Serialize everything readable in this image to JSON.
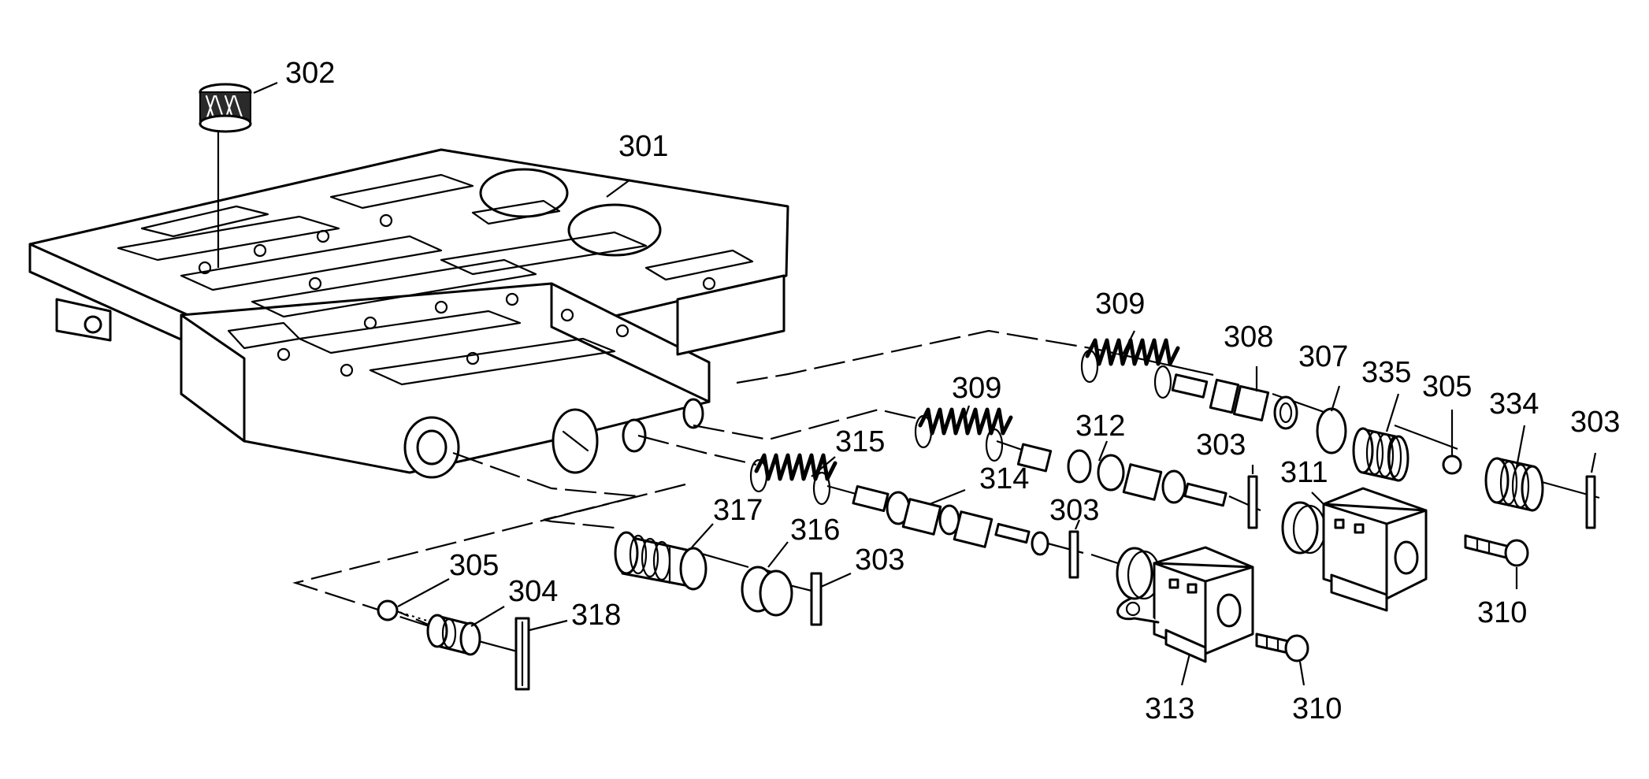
{
  "diagram": {
    "callouts": [
      {
        "id": "c302",
        "label": "302"
      },
      {
        "id": "c301",
        "label": "301"
      },
      {
        "id": "c309a",
        "label": "309"
      },
      {
        "id": "c308",
        "label": "308"
      },
      {
        "id": "c307",
        "label": "307"
      },
      {
        "id": "c335",
        "label": "335"
      },
      {
        "id": "c305a",
        "label": "305"
      },
      {
        "id": "c334",
        "label": "334"
      },
      {
        "id": "c303a",
        "label": "303"
      },
      {
        "id": "c309b",
        "label": "309"
      },
      {
        "id": "c312",
        "label": "312"
      },
      {
        "id": "c303b",
        "label": "303"
      },
      {
        "id": "c311",
        "label": "311"
      },
      {
        "id": "c315",
        "label": "315"
      },
      {
        "id": "c314",
        "label": "314"
      },
      {
        "id": "c303c",
        "label": "303"
      },
      {
        "id": "c317",
        "label": "317"
      },
      {
        "id": "c316",
        "label": "316"
      },
      {
        "id": "c303d",
        "label": "303"
      },
      {
        "id": "c305b",
        "label": "305"
      },
      {
        "id": "c304",
        "label": "304"
      },
      {
        "id": "c318",
        "label": "318"
      },
      {
        "id": "c310a",
        "label": "310"
      },
      {
        "id": "c313",
        "label": "313"
      },
      {
        "id": "c310b",
        "label": "310"
      }
    ]
  }
}
